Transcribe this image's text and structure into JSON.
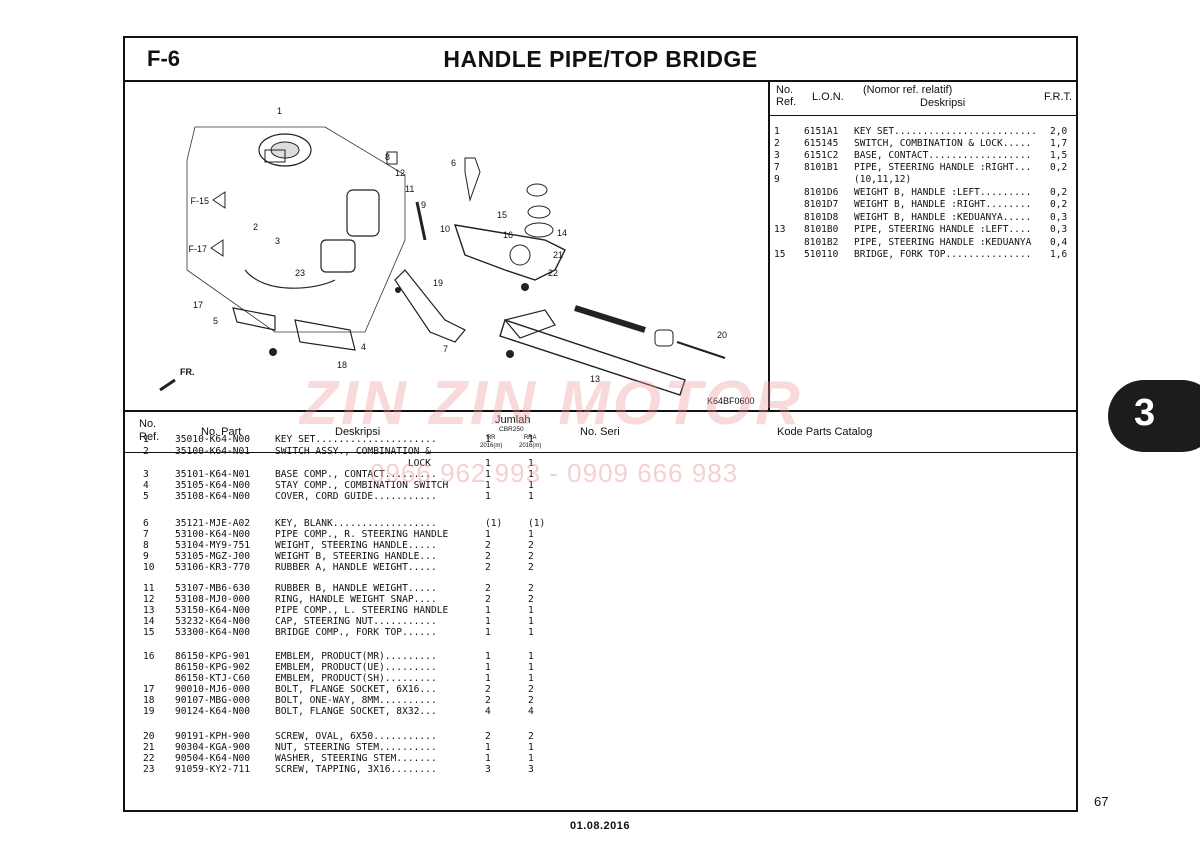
{
  "header": {
    "section": "F-6",
    "title": "HANDLE PIPE/TOP BRIDGE"
  },
  "lon": {
    "col_no": "No.\nRef.",
    "col_lon": "L.O.N.",
    "col_nomor": "(Nomor ref. relatif)",
    "col_desk": "Deskripsi",
    "col_frt": "F.R.T.",
    "rows": [
      {
        "no": "1",
        "lon": "6151A1",
        "desc": "KEY SET.........................",
        "frt": "2,0"
      },
      {
        "no": "2",
        "lon": "615145",
        "desc": "SWITCH, COMBINATION & LOCK.....",
        "frt": "1,7"
      },
      {
        "no": "3",
        "lon": "6151C2",
        "desc": "BASE, CONTACT..................",
        "frt": "1,5"
      },
      {
        "no": "7",
        "lon": "8101B1",
        "desc": "PIPE, STEERING HANDLE :RIGHT...",
        "frt": "0,2"
      },
      {
        "no": "9",
        "lon": "",
        "desc": "(10,11,12)",
        "frt": ""
      },
      {
        "no": "",
        "lon": "8101D6",
        "desc": "WEIGHT B, HANDLE :LEFT.........",
        "frt": "0,2"
      },
      {
        "no": "",
        "lon": "8101D7",
        "desc": "WEIGHT B, HANDLE :RIGHT........",
        "frt": "0,2"
      },
      {
        "no": "",
        "lon": "8101D8",
        "desc": "WEIGHT B, HANDLE :KEDUANYA.....",
        "frt": "0,3"
      },
      {
        "no": "13",
        "lon": "8101B0",
        "desc": "PIPE, STEERING HANDLE :LEFT....",
        "frt": "0,3"
      },
      {
        "no": "",
        "lon": "8101B2",
        "desc": "PIPE, STEERING HANDLE :KEDUANYA",
        "frt": "0,4"
      },
      {
        "no": "15",
        "lon": "510110",
        "desc": "BRIDGE, FORK TOP...............",
        "frt": "1,6"
      }
    ]
  },
  "parts_header": {
    "no": "No.\nRef.",
    "part": "No. Part",
    "desk": "Deskripsi",
    "jumlah": "Jumlah",
    "model": "CBR250",
    "rr": "RR\n2016(m)",
    "rra": "RRA\n2016(m)",
    "seri": "No. Seri",
    "kode": "Kode Parts Catalog"
  },
  "parts": [
    {
      "no": "1",
      "part": "35010-K64-N00",
      "desc": "KEY SET.....................",
      "a": "1",
      "b": "1"
    },
    {
      "no": "2",
      "part": "35100-K64-N01",
      "desc": "SWITCH ASSY., COMBINATION &",
      "a": "",
      "b": ""
    },
    {
      "no": "",
      "part": "",
      "desc": "                       LOCK",
      "a": "1",
      "b": "1"
    },
    {
      "no": "3",
      "part": "35101-K64-N01",
      "desc": "BASE COMP., CONTACT.........",
      "a": "1",
      "b": "1"
    },
    {
      "no": "4",
      "part": "35105-K64-N00",
      "desc": "STAY COMP., COMBINATION SWITCH",
      "a": "1",
      "b": "1"
    },
    {
      "no": "5",
      "part": "35108-K64-N00",
      "desc": "COVER, CORD GUIDE...........",
      "a": "1",
      "b": "1"
    },
    {
      "no": "6",
      "part": "35121-MJE-A02",
      "desc": "KEY, BLANK..................",
      "a": "(1)",
      "b": "(1)"
    },
    {
      "no": "7",
      "part": "53100-K64-N00",
      "desc": "PIPE COMP., R. STEERING HANDLE",
      "a": "1",
      "b": "1"
    },
    {
      "no": "8",
      "part": "53104-MY9-751",
      "desc": "WEIGHT, STEERING HANDLE.....",
      "a": "2",
      "b": "2"
    },
    {
      "no": "9",
      "part": "53105-MGZ-J00",
      "desc": "WEIGHT B, STEERING HANDLE...",
      "a": "2",
      "b": "2"
    },
    {
      "no": "10",
      "part": "53106-KR3-770",
      "desc": "RUBBER A, HANDLE WEIGHT.....",
      "a": "2",
      "b": "2"
    },
    {
      "no": "11",
      "part": "53107-MB6-630",
      "desc": "RUBBER B, HANDLE WEIGHT.....",
      "a": "2",
      "b": "2"
    },
    {
      "no": "12",
      "part": "53108-MJ0-000",
      "desc": "RING, HANDLE WEIGHT SNAP....",
      "a": "2",
      "b": "2"
    },
    {
      "no": "13",
      "part": "53150-K64-N00",
      "desc": "PIPE COMP., L. STEERING HANDLE",
      "a": "1",
      "b": "1"
    },
    {
      "no": "14",
      "part": "53232-K64-N00",
      "desc": "CAP, STEERING NUT...........",
      "a": "1",
      "b": "1"
    },
    {
      "no": "15",
      "part": "53300-K64-N00",
      "desc": "BRIDGE COMP., FORK TOP......",
      "a": "1",
      "b": "1"
    },
    {
      "no": "16",
      "part": "86150-KPG-901",
      "desc": "EMBLEM, PRODUCT(MR).........",
      "a": "1",
      "b": "1"
    },
    {
      "no": "",
      "part": "86150-KPG-902",
      "desc": "EMBLEM, PRODUCT(UE).........",
      "a": "1",
      "b": "1"
    },
    {
      "no": "",
      "part": "86150-KTJ-C60",
      "desc": "EMBLEM, PRODUCT(SH).........",
      "a": "1",
      "b": "1"
    },
    {
      "no": "17",
      "part": "90010-MJ6-000",
      "desc": "BOLT, FLANGE SOCKET, 6X16...",
      "a": "2",
      "b": "2"
    },
    {
      "no": "18",
      "part": "90107-MBG-000",
      "desc": "BOLT, ONE-WAY, 8MM..........",
      "a": "2",
      "b": "2"
    },
    {
      "no": "19",
      "part": "90124-K64-N00",
      "desc": "BOLT, FLANGE SOCKET, 8X32...",
      "a": "4",
      "b": "4"
    },
    {
      "no": "20",
      "part": "90191-KPH-900",
      "desc": "SCREW, OVAL, 6X50...........",
      "a": "2",
      "b": "2"
    },
    {
      "no": "21",
      "part": "90304-KGA-900",
      "desc": "NUT, STEERING STEM..........",
      "a": "1",
      "b": "1"
    },
    {
      "no": "22",
      "part": "90504-K64-N00",
      "desc": "WASHER, STEERING STEM.......",
      "a": "1",
      "b": "1"
    },
    {
      "no": "23",
      "part": "91059-KY2-711",
      "desc": "SCREW, TAPPING, 3X16........",
      "a": "3",
      "b": "3"
    }
  ],
  "diagram": {
    "callouts": [
      "1",
      "2",
      "3",
      "4",
      "5",
      "6",
      "7",
      "8",
      "9",
      "10",
      "11",
      "12",
      "13",
      "14",
      "15",
      "16",
      "17",
      "18",
      "19",
      "20",
      "21",
      "22",
      "23"
    ],
    "refs": [
      "F-15",
      "F-17"
    ],
    "direction": "FR.",
    "code": "K64BF0600"
  },
  "watermark": {
    "brand": "ZIN ZIN MOTOR",
    "phone": "0966 962 993 - 0909 666 983"
  },
  "tab": "3",
  "page_number": "67",
  "date": "01.08.2016"
}
